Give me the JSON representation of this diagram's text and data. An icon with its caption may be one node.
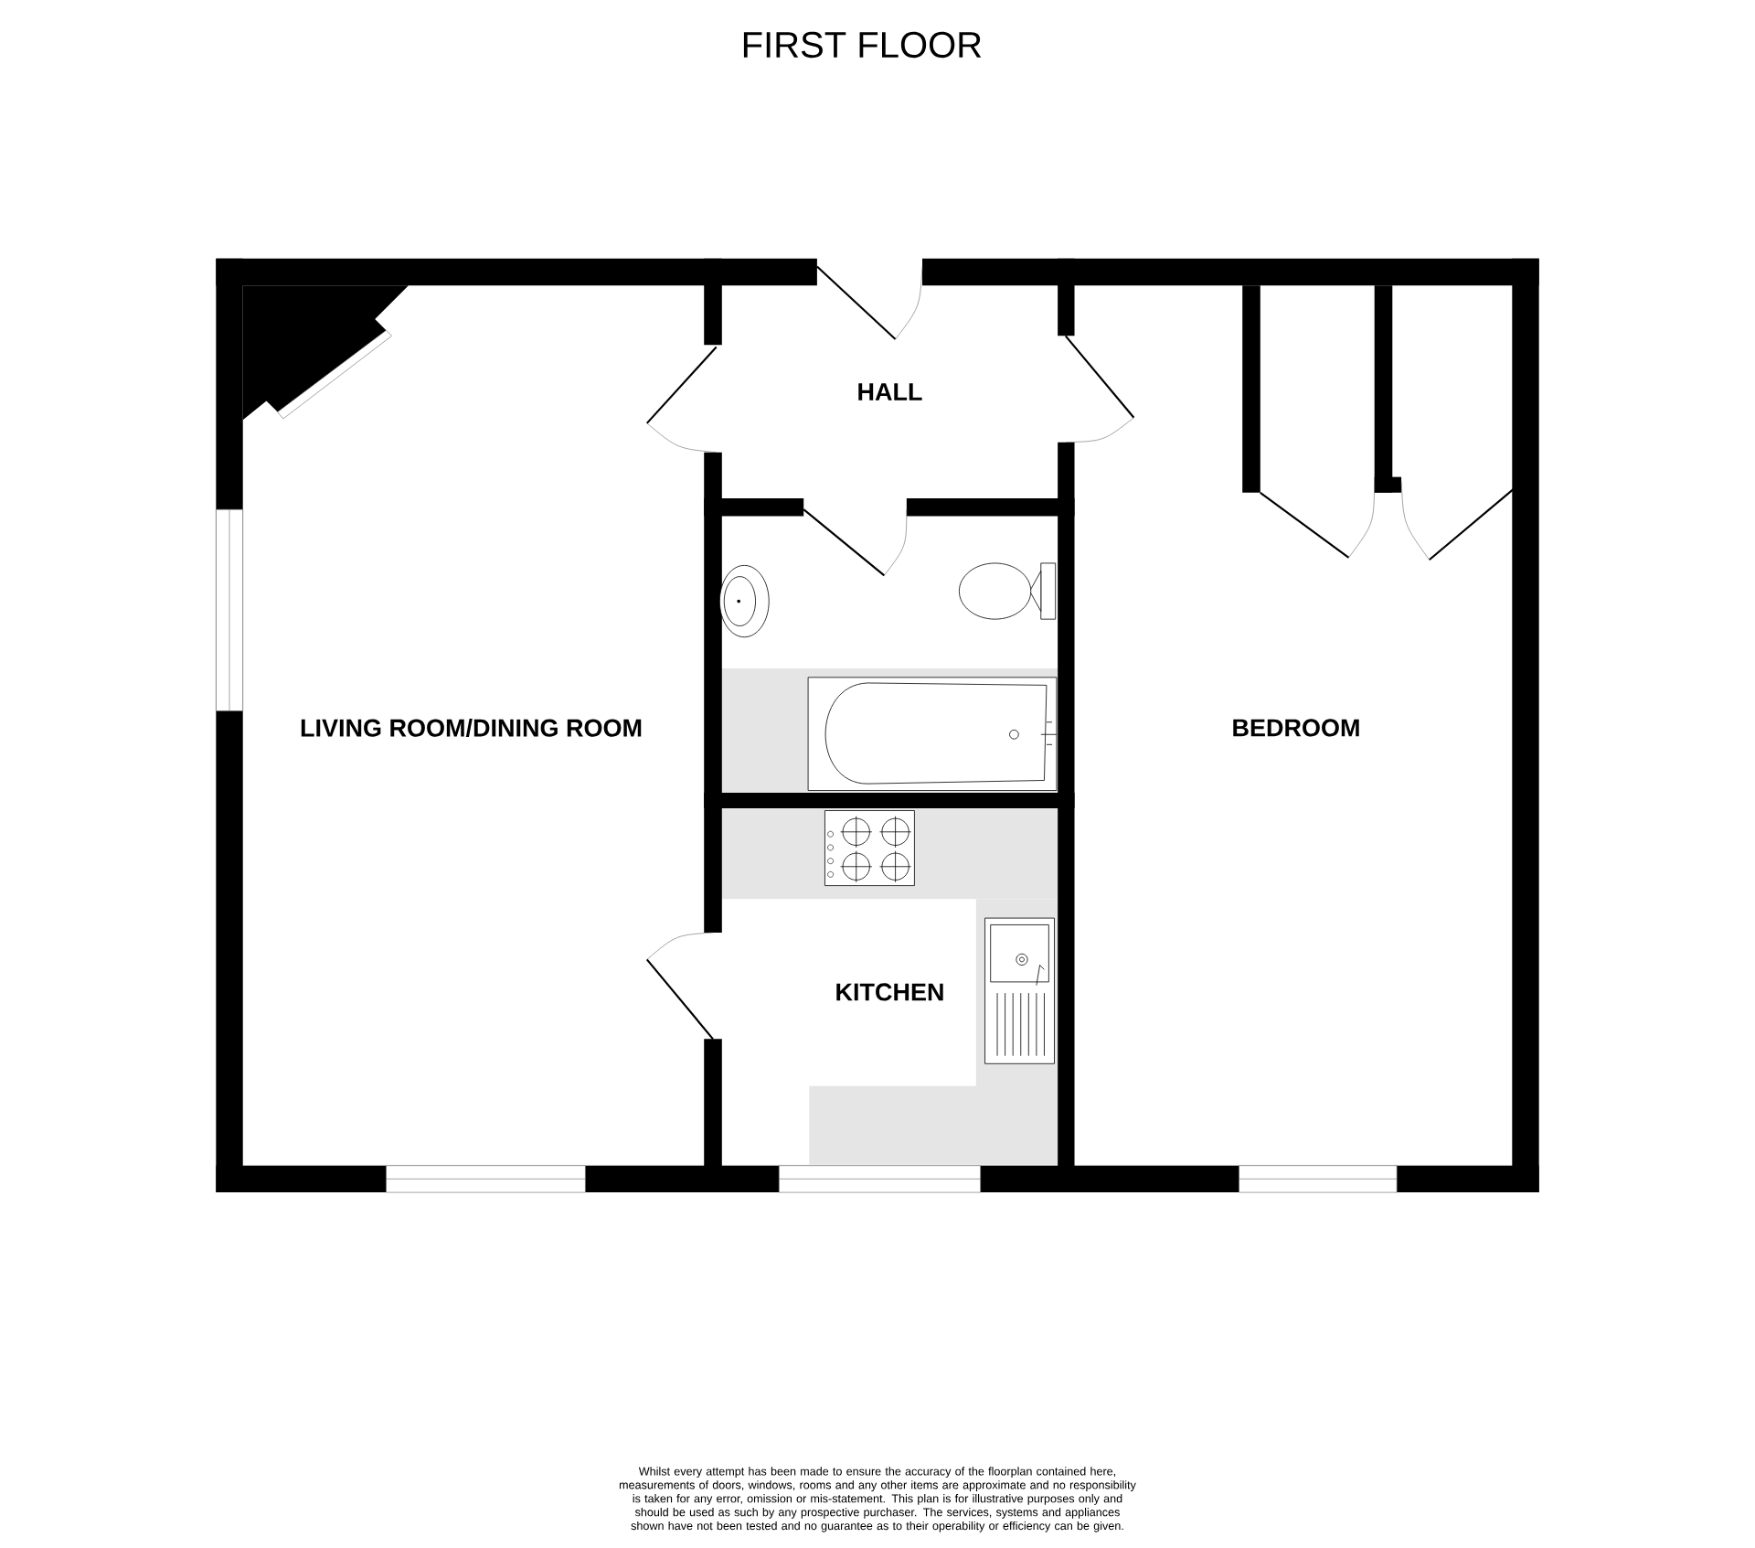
{
  "diagram": {
    "title": "FIRST FLOOR",
    "caption": "Whilst every attempt has been made to ensure the accuracy of the floorplan contained here, measurements of doors, windows, rooms and any other items are approximate and no responsibility is taken for any error, omission or mis-statement. This plan is for illustrative purposes only and should be used as such by any prospective purchaser. The services, systems and appliances shown have not been tested and no guarantee as to their operability or efficiency can be given.",
    "nodes": [
      {
        "text": [
          "HALL"
        ]
      },
      {
        "text": [
          "LIVING ROOM/DINING ROOM"
        ]
      },
      {
        "text": [
          "BEDROOM"
        ]
      },
      {
        "text": [
          "KITCHEN"
        ]
      }
    ]
  }
}
